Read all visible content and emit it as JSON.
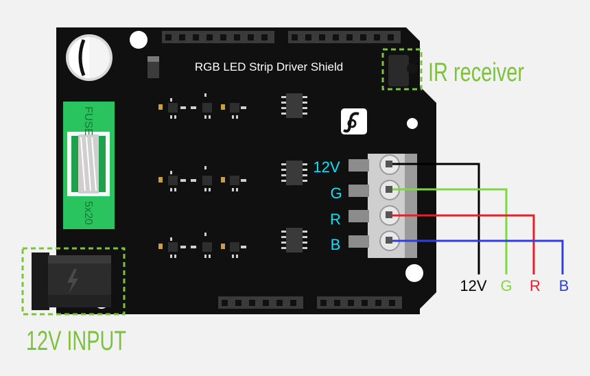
{
  "board": {
    "title": "RGB LED Strip Driver Shield",
    "fuse_label": "FUSE",
    "fuse_size": "5x20",
    "logo": "df-logo-icon"
  },
  "terminals": {
    "labels": [
      "12V",
      "G",
      "R",
      "B"
    ],
    "label_color": "#00e5ff"
  },
  "wires": {
    "labels": [
      "12V",
      "G",
      "R",
      "B"
    ],
    "colors": [
      "#000000",
      "#7dd93f",
      "#e8202a",
      "#2c3fe0"
    ]
  },
  "callouts": {
    "ir_receiver": "IR receiver",
    "power_input": "12V INPUT",
    "color": "#7dc23e"
  }
}
